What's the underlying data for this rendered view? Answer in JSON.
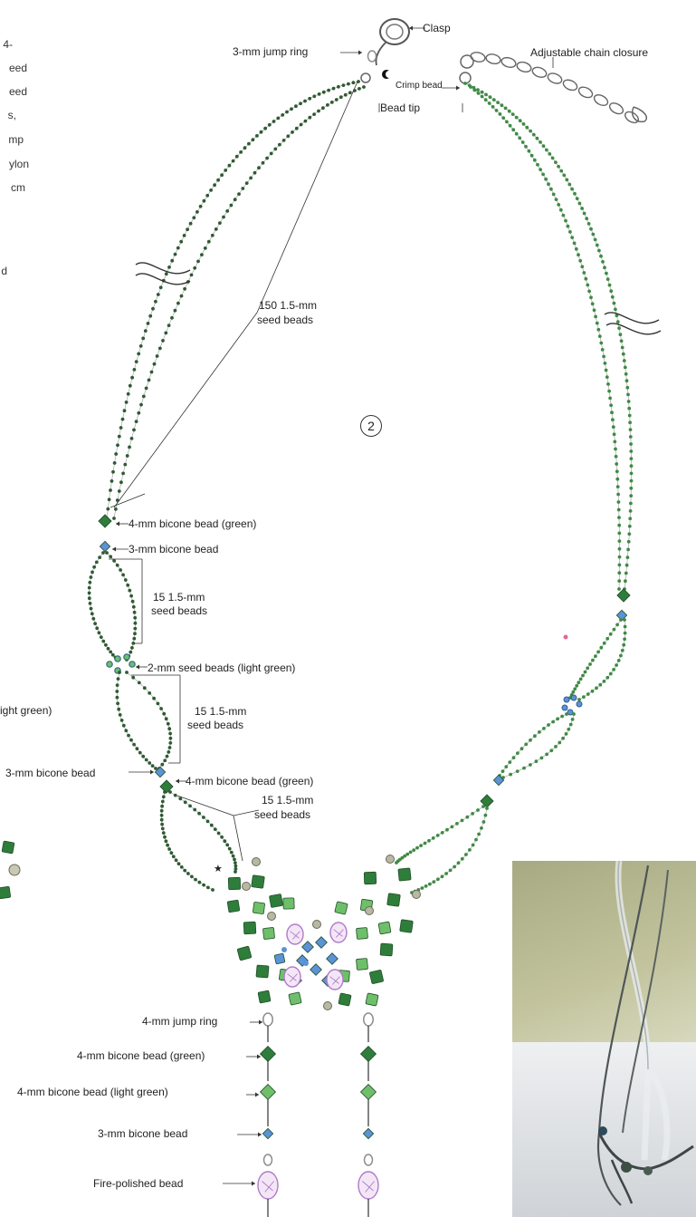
{
  "step_number": "2",
  "left_text_fragments": [
    "4-",
    "eed",
    "eed",
    "s,",
    "mp",
    "ylon",
    "cm",
    "",
    "",
    "d"
  ],
  "left_side_labels": {
    "light_green": "ight green)",
    "bicone_3mm": "3-mm bicone bead"
  },
  "top_labels": {
    "clasp": "Clasp",
    "jump_ring_3mm": "3-mm jump ring",
    "adjustable_chain": "Adjustable chain closure",
    "crimp_bead": "Crimp bead",
    "bead_tip": "Bead tip"
  },
  "strand_labels": {
    "seed_150_line1": "150 1.5-mm",
    "seed_150_line2": "seed beads",
    "bicone_4mm_green_a": "4-mm bicone bead (green)",
    "bicone_3mm_a": "3-mm bicone bead",
    "seed_15_a_line1": "15 1.5-mm",
    "seed_15_a_line2": "seed beads",
    "seed_2mm_light_green": "2-mm seed beads (light green)",
    "seed_15_b_line1": "15 1.5-mm",
    "seed_15_b_line2": "seed beads",
    "bicone_4mm_green_b": "4-mm bicone bead (green)",
    "seed_15_c_line1": "15 1.5-mm",
    "seed_15_c_line2": "seed beads",
    "star": "★"
  },
  "dangle_labels": {
    "jump_ring_4mm": "4-mm jump ring",
    "bicone_4mm_green": "4-mm bicone bead (green)",
    "bicone_4mm_light_green": "4-mm bicone bead (light green)",
    "bicone_3mm": "3-mm bicone bead",
    "fire_polished": "Fire-polished bead"
  },
  "colors": {
    "strand_dark": "#2f5a33",
    "seed_green": "#3f8a45",
    "bead_green": "#2f7d3a",
    "bead_light_green": "#6fbf6a",
    "bead_blue": "#5b93d6",
    "bead_purple": "#b07ac9",
    "metal": "#8d8d8d",
    "photo_wall": "#b3b68e"
  }
}
